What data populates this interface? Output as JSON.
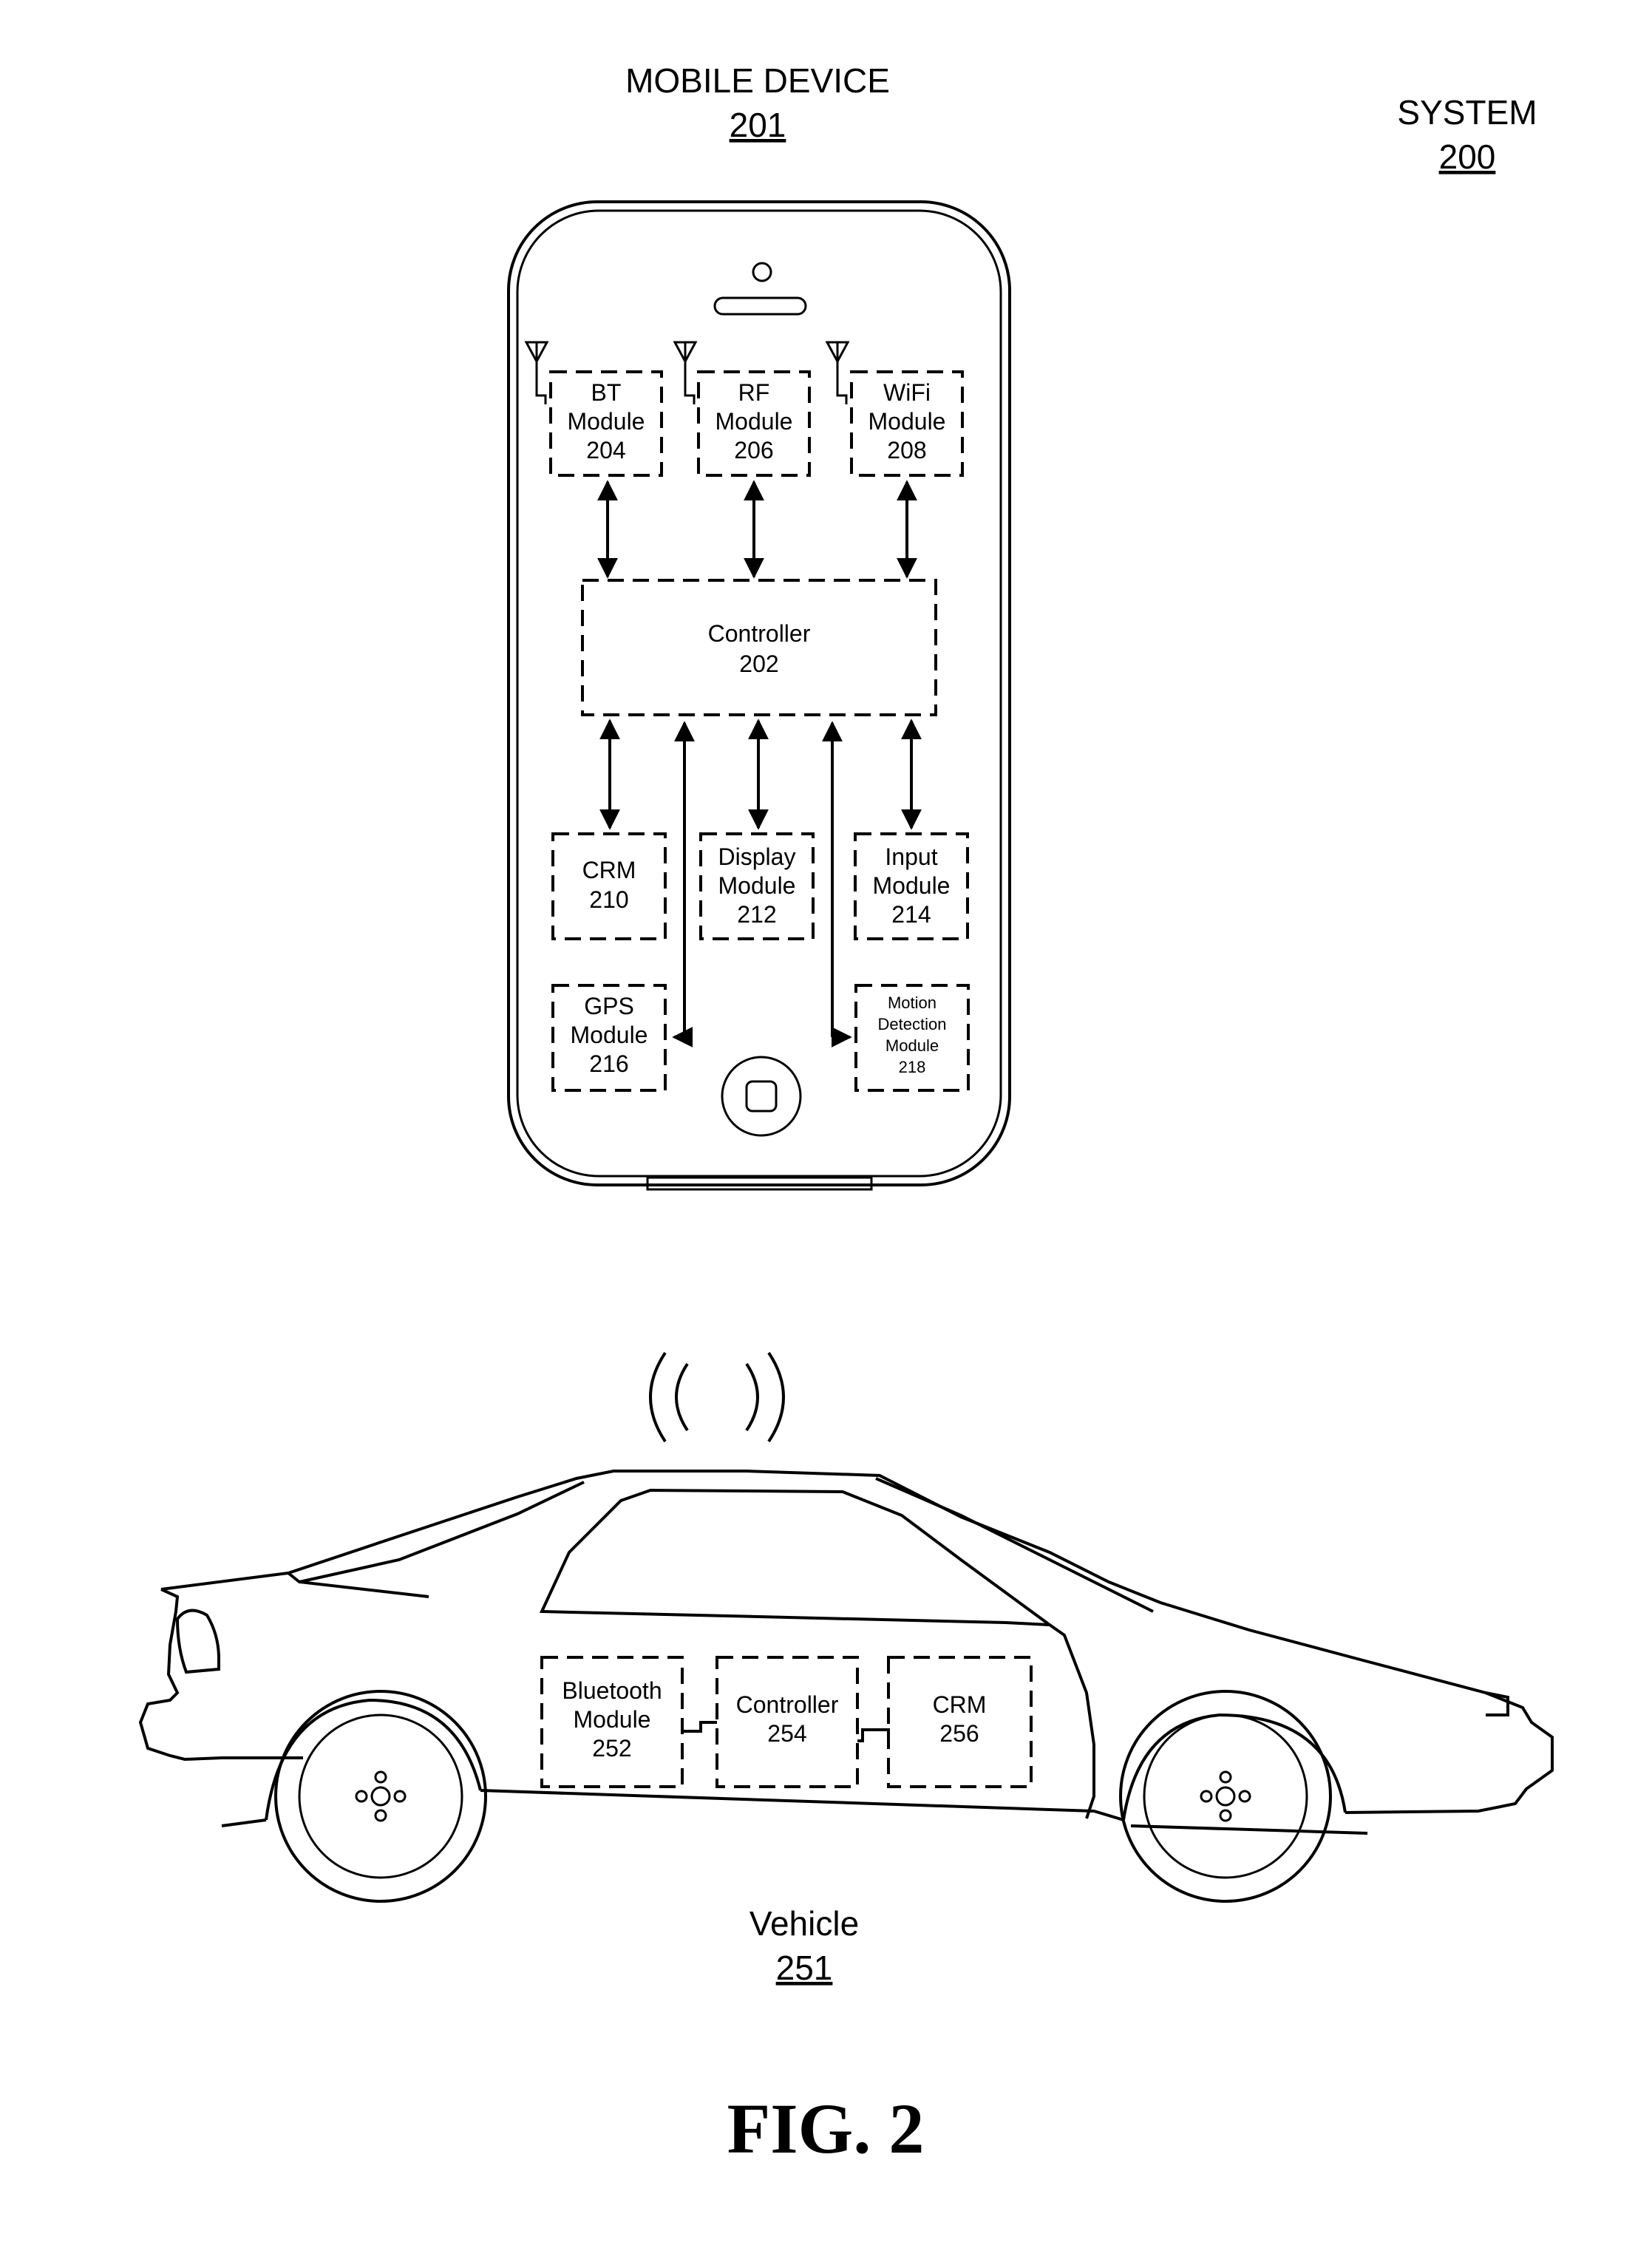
{
  "mobile_device": {
    "title": "MOBILE DEVICE",
    "number": "201"
  },
  "system": {
    "title": "SYSTEM",
    "number": "200"
  },
  "modules": {
    "bt": [
      "BT",
      "Module",
      "204"
    ],
    "rf": [
      "RF",
      "Module",
      "206"
    ],
    "wifi": [
      "WiFi",
      "Module",
      "208"
    ],
    "controller": [
      "Controller",
      "202"
    ],
    "crm": [
      "CRM",
      "210"
    ],
    "display": [
      "Display",
      "Module",
      "212"
    ],
    "input": [
      "Input",
      "Module",
      "214"
    ],
    "gps": [
      "GPS",
      "Module",
      "216"
    ],
    "motion": [
      "Motion",
      "Detection",
      "Module",
      "218"
    ]
  },
  "vehicle": {
    "title": "Vehicle",
    "number": "251",
    "bluetooth": [
      "Bluetooth",
      "Module",
      "252"
    ],
    "controller": [
      "Controller",
      "254"
    ],
    "crm": [
      "CRM",
      "256"
    ]
  },
  "figure_label": "FIG. 2"
}
